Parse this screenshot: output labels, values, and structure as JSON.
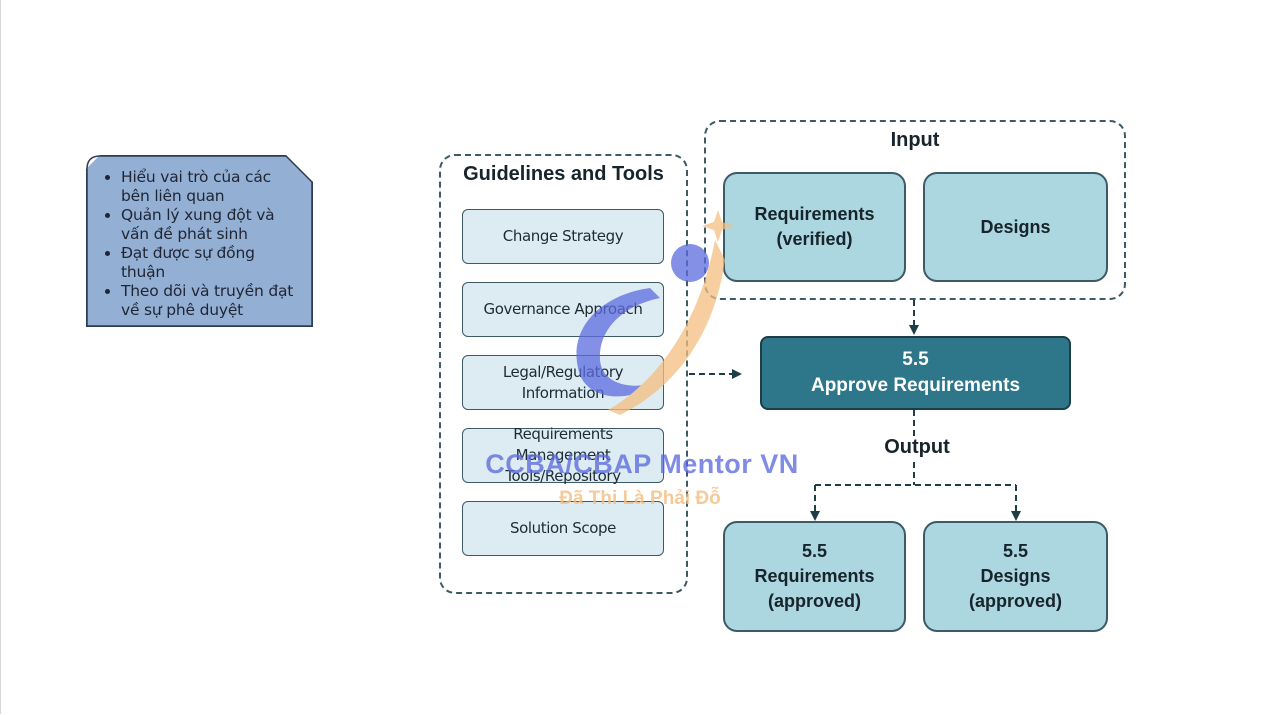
{
  "note": {
    "items": [
      "Hiểu vai trò của các bên liên quan",
      "Quản lý xung đột và vấn đề phát sinh",
      "Đạt được sự đồng thuận",
      "Theo dõi và truyền đạt về sự phê duyệt"
    ]
  },
  "guidelines": {
    "title": "Guidelines and Tools",
    "items": [
      "Change Strategy",
      "Governance Approach",
      "Legal/Regulatory Information",
      "Requirements Management Tools/Repository",
      "Solution Scope"
    ]
  },
  "input": {
    "title": "Input",
    "items": [
      "Requirements (verified)",
      "Designs"
    ]
  },
  "task": {
    "number": "5.5",
    "name": "Approve Requirements"
  },
  "output": {
    "title": "Output",
    "items": [
      {
        "number": "5.5",
        "label": "Requirements (approved)"
      },
      {
        "number": "5.5",
        "label": "Designs (approved)"
      }
    ]
  },
  "watermark": {
    "title": "CCBA/CBAP Mentor VN",
    "subtitle": "Đã Thi Là Phải Đỗ"
  },
  "colors": {
    "task_fill": "#2e7689",
    "box_fill": "#acd6e0",
    "tool_fill": "#ddebf2",
    "note_fill": "#93afd4",
    "watermark_blue": "#5c6bde",
    "watermark_orange": "#f3be7f"
  }
}
